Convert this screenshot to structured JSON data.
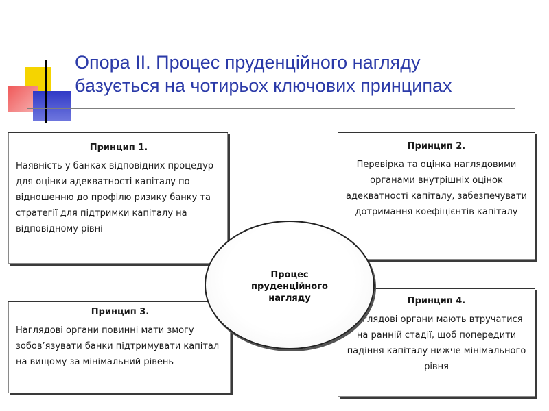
{
  "title": {
    "line1": "Опора ІІ. Процес пруденційного нагляду",
    "line2": "базується на чотирьох ключових принципах"
  },
  "center": {
    "lines": [
      "Процес",
      "пруденційного",
      "нагляду"
    ]
  },
  "principles": [
    {
      "heading": "Принцип 1.",
      "text": "Наявність у банках відповідних процедур для оцінки адекватності капіталу по відношенню до профілю ризику банку  та стратегії для підтримки капіталу на відповідному рівні"
    },
    {
      "heading": "Принцип 2.",
      "text": "Перевірка та оцінка наглядовими органами внутрішніх оцінок адекватності капіталу, забезпечувати дотримання коефіцієнтів капіталу"
    },
    {
      "heading": "Принцип 3.",
      "text": "Наглядові органи повинні мати змогу зобов’язувати банки підтримувати капітал на вищому за мінімальний рівень"
    },
    {
      "heading": "Принцип 4.",
      "text": "Наглядові органи мають втручатися на ранній стадії, щоб попередити падіння капіталу нижче мінімального рівня"
    }
  ],
  "colors": {
    "title": "#2b3aa8",
    "deco_yellow": "#f5d400",
    "deco_red": "#f05a5a",
    "deco_blue": "#3039c6"
  }
}
